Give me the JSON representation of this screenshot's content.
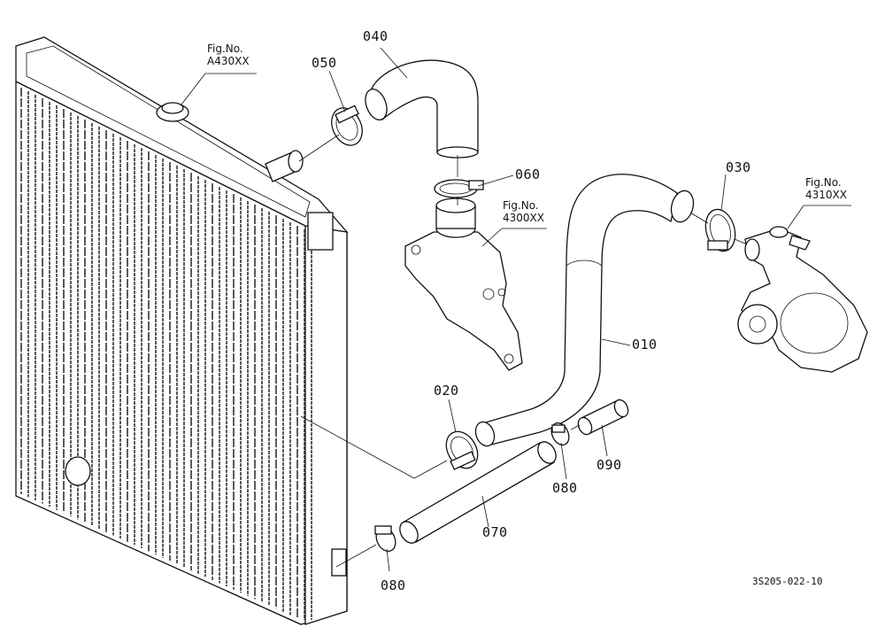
{
  "parts": [
    {
      "id": "040",
      "label": "040"
    },
    {
      "id": "050",
      "label": "050"
    },
    {
      "id": "060",
      "label": "060"
    },
    {
      "id": "030",
      "label": "030"
    },
    {
      "id": "010",
      "label": "010"
    },
    {
      "id": "020",
      "label": "020"
    },
    {
      "id": "090",
      "label": "090"
    },
    {
      "id": "080a",
      "label": "080"
    },
    {
      "id": "070",
      "label": "070"
    },
    {
      "id": "080b",
      "label": "080"
    }
  ],
  "fig_refs": [
    {
      "id": "radiator",
      "line1": "Fig.No.",
      "line2": "A430XX"
    },
    {
      "id": "thermostat",
      "line1": "Fig.No.",
      "line2": "4300XX"
    },
    {
      "id": "waterpump",
      "line1": "Fig.No.",
      "line2": "4310XX"
    }
  ],
  "drawing_code": "3S205-022-10"
}
